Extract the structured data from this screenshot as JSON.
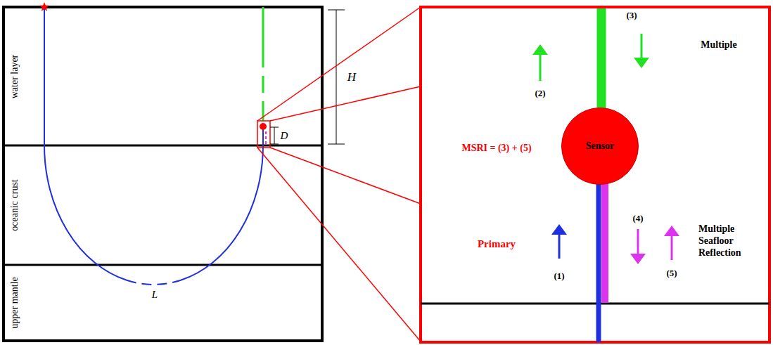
{
  "diagram": {
    "nodes": [
      {
        "text": [
          "water layer"
        ]
      },
      {
        "text": [
          "oceanic crust"
        ]
      },
      {
        "text": [
          "upper mantle"
        ]
      },
      {
        "text": [
          "Sensor"
        ]
      }
    ],
    "labels": [
      "H",
      "D",
      "L",
      "(2)",
      "(3)",
      "Multiple",
      "MSRI = (3) + (5)",
      "Primary",
      "(1)",
      "(4)",
      "Multiple Seafloor Reflection",
      "(5)"
    ]
  }
}
